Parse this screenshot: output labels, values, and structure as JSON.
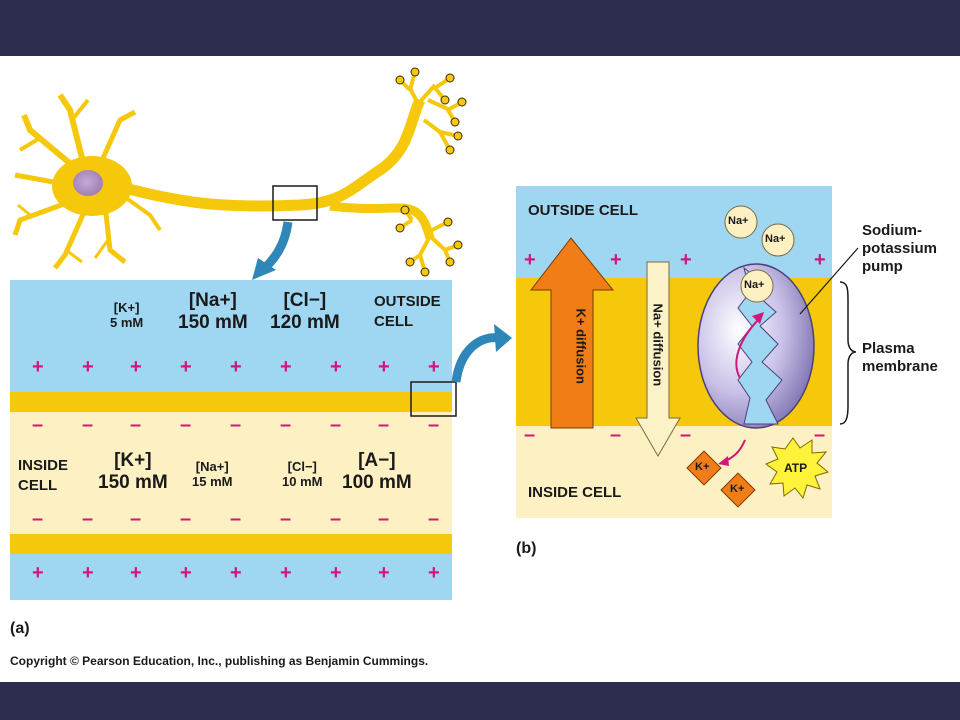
{
  "panel_a": {
    "label": "(a)",
    "outside": {
      "k_label": "[K+]",
      "k_value": "5 mM",
      "na_label": "[Na+]",
      "na_value": "150 mM",
      "cl_label": "[Cl−]",
      "cl_value": "120 mM",
      "region_label_1": "OUTSIDE",
      "region_label_2": "CELL"
    },
    "inside": {
      "region_label_1": "INSIDE",
      "region_label_2": "CELL",
      "k_label": "[K+]",
      "k_value": "150 mM",
      "na_label": "[Na+]",
      "na_value": "15 mM",
      "cl_label": "[Cl−]",
      "cl_value": "10 mM",
      "a_label": "[A−]",
      "a_value": "100 mM"
    },
    "plus_sign": "+",
    "minus_sign": "–"
  },
  "panel_b": {
    "label": "(b)",
    "outside_label": "OUTSIDE CELL",
    "inside_label": "INSIDE CELL",
    "k_diffusion": "K+ diffusion",
    "na_diffusion": "Na+ diffusion",
    "pump_label_1": "Sodium-",
    "pump_label_2": "potassium",
    "pump_label_3": "pump",
    "membrane_label_1": "Plasma",
    "membrane_label_2": "membrane",
    "na_ion": "Na+",
    "k_ion": "K+",
    "atp": "ATP"
  },
  "copyright": "Copyright © Pearson Education, Inc., publishing as Benjamin Cummings.",
  "colors": {
    "band": "#2d2e4f",
    "extracellular": "#9fd6f2",
    "intracellular": "#fdf0c3",
    "membrane": "#f5c80c",
    "neuron": "#f5c80c",
    "charge": "#d0187a",
    "arrow_k": "#f07d16",
    "arrow_na": "#fcf2c7",
    "pump": "#b9b0da",
    "atp": "#fff23a",
    "ion_k": "#f07d16",
    "ion_na": "#fdf0c3"
  }
}
